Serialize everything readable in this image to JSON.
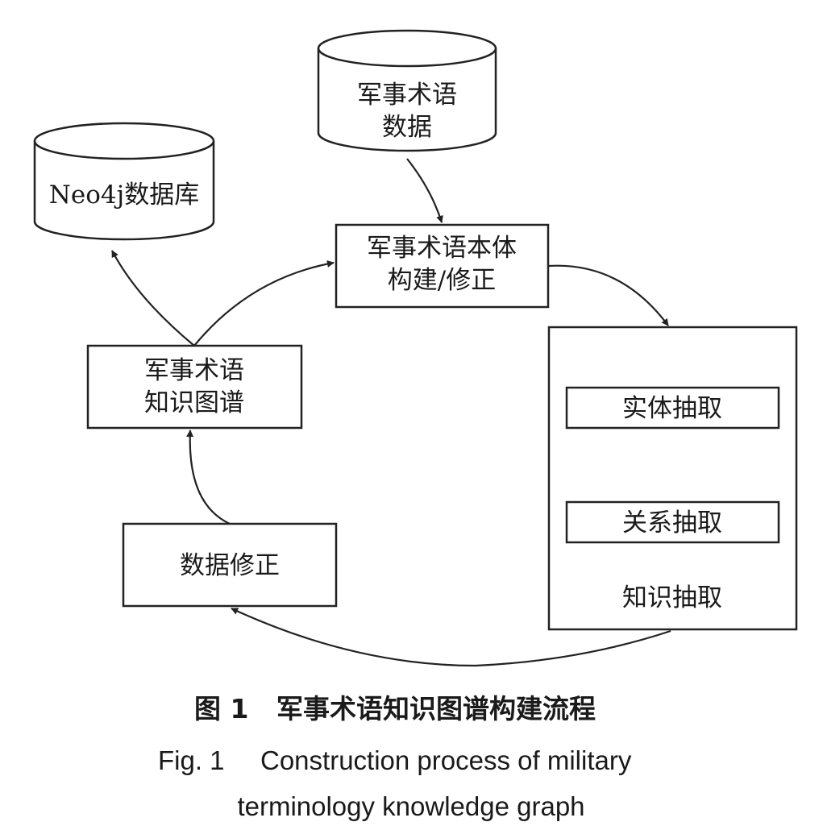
{
  "nodes": {
    "terms_data": {
      "line1": "军事术语",
      "line2": "数据"
    },
    "neo4j": {
      "label": "Neo4j数据库"
    },
    "ontology": {
      "line1": "军事术语本体",
      "line2": "构建/修正"
    },
    "knowledge_graph": {
      "line1": "军事术语",
      "line2": "知识图谱"
    },
    "extraction": {
      "entity": "实体抽取",
      "relation": "关系抽取",
      "group_label": "知识抽取"
    },
    "data_correction": {
      "label": "数据修正"
    }
  },
  "caption": {
    "cn_num": "图 1",
    "cn_title": "军事术语知识图谱构建流程",
    "en_num": "Fig. 1",
    "en_line1": "Construction process of military",
    "en_line2": "terminology knowledge graph"
  }
}
